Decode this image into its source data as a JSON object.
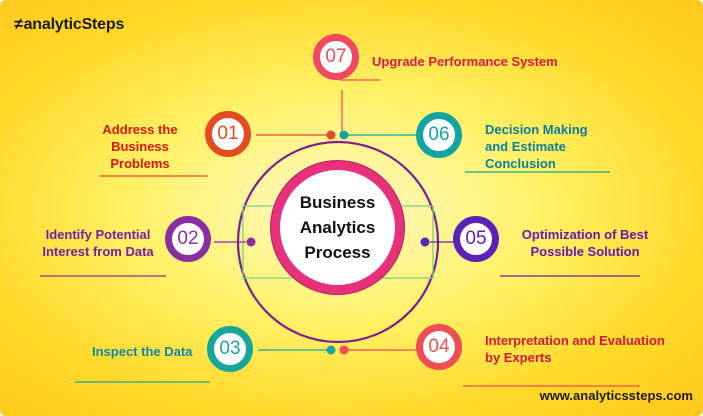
{
  "brand": {
    "logo_text": "analyticSteps",
    "url": "www.analyticssteps.com"
  },
  "center_title": "Business Analytics Process",
  "steps": [
    {
      "number": "01",
      "label": "Address the Business Problems",
      "color": "#e64b1f",
      "label_color": "#e0150f"
    },
    {
      "number": "02",
      "label": "Identify Potential Interest from Data",
      "color": "#8a2fa0",
      "label_color": "#7a1fa3"
    },
    {
      "number": "03",
      "label": "Inspect the Data",
      "color": "#16a79a",
      "label_color": "#1486a8"
    },
    {
      "number": "04",
      "label": "Interpretation and Evaluation by Experts",
      "color": "#ee4d53",
      "label_color": "#d6183e"
    },
    {
      "number": "05",
      "label": "Optimization of Best Possible Solution",
      "color": "#5a23b5",
      "label_color": "#6d17b3"
    },
    {
      "number": "06",
      "label": "Decision Making and Estimate Conclusion",
      "color": "#14a3a3",
      "label_color": "#0d7f9e"
    },
    {
      "number": "07",
      "label": "Upgrade Performance System",
      "color": "#ef4860",
      "label_color": "#e0194a"
    }
  ]
}
